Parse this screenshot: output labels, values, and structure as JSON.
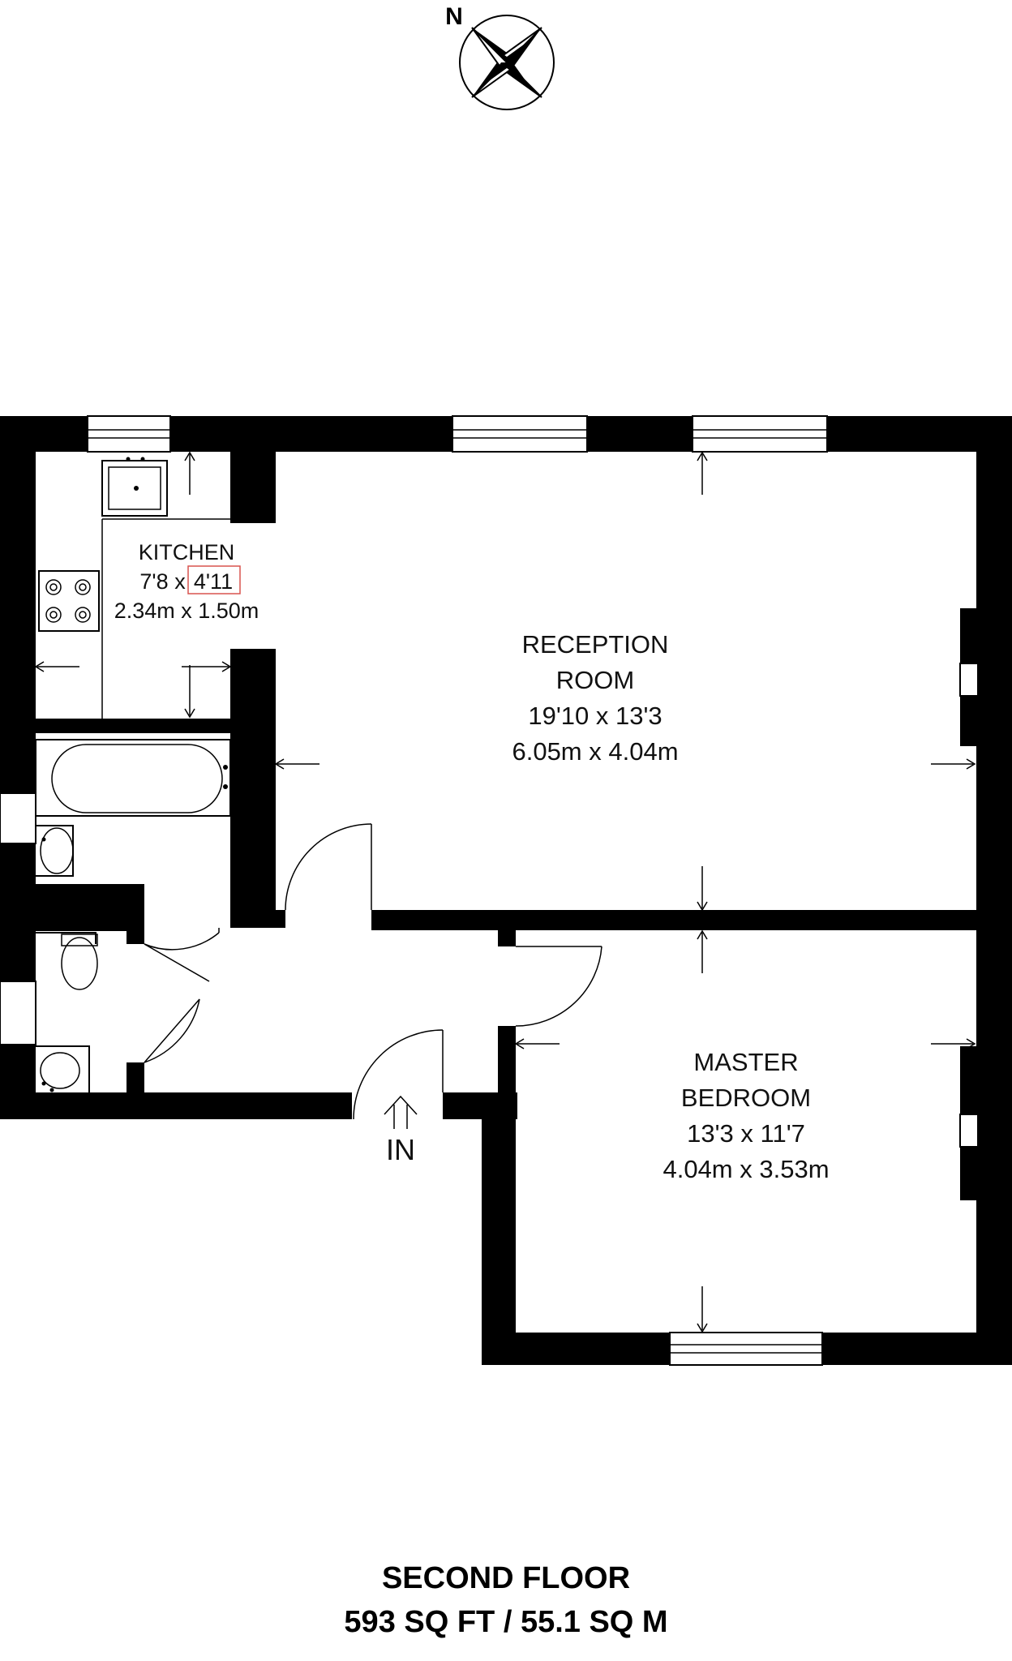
{
  "compass": {
    "north_label": "N"
  },
  "rooms": {
    "kitchen": {
      "name": "KITCHEN",
      "imperial_w": "7'8",
      "sep": "x",
      "imperial_h": "4'11",
      "metric": "2.34m x 1.50m"
    },
    "reception": {
      "name_line1": "RECEPTION",
      "name_line2": "ROOM",
      "imperial": "19'10 x 13'3",
      "metric": "6.05m x 4.04m"
    },
    "master_bedroom": {
      "name_line1": "MASTER",
      "name_line2": "BEDROOM",
      "imperial": "13'3 x 11'7",
      "metric": "4.04m x 3.53m"
    }
  },
  "entrance": {
    "label": "IN"
  },
  "footer": {
    "floor": "SECOND FLOOR",
    "area": "593 SQ FT / 55.1 SQ M"
  }
}
